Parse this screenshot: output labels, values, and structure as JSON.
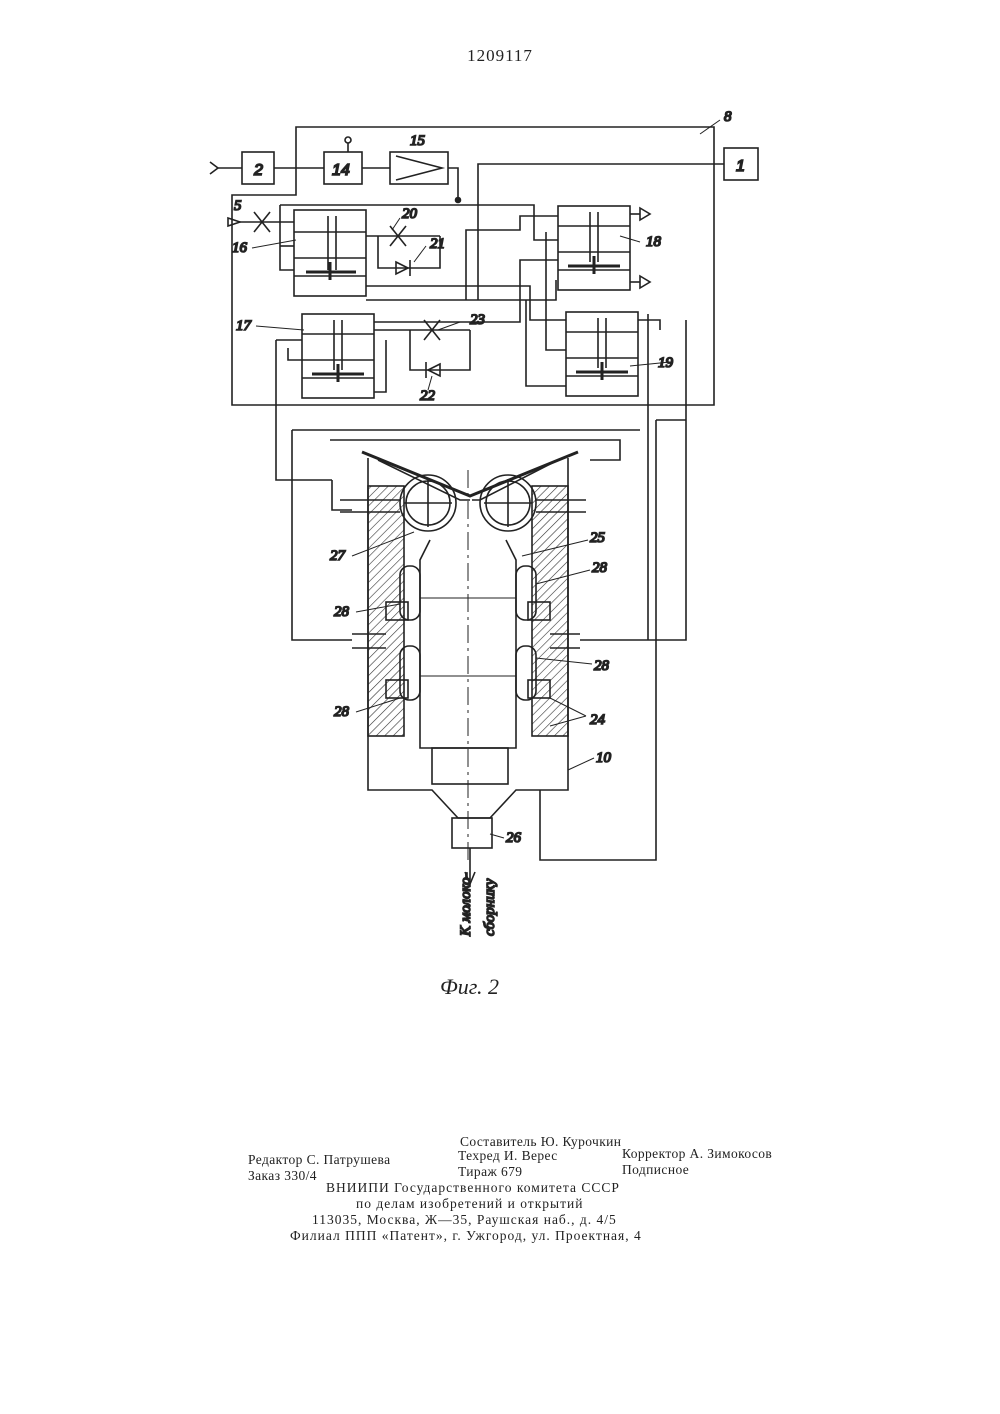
{
  "header": {
    "patent_number": "1209117"
  },
  "figure": {
    "caption": "Фиг. 2",
    "labels": {
      "l1": "1",
      "l2": "2",
      "l5": "5",
      "l8": "8",
      "l10": "10",
      "l14": "14",
      "l15": "15",
      "l16": "16",
      "l17": "17",
      "l18": "18",
      "l19": "19",
      "l20": "20",
      "l21": "21",
      "l22": "22",
      "l23": "23",
      "l24": "24",
      "l25": "25",
      "l26": "26",
      "l27": "27",
      "l28": "28"
    },
    "outlet_text_1": "К молоко-",
    "outlet_text_2": "сборнику"
  },
  "credits": {
    "compiler": "Составитель Ю. Курочкин",
    "editor": "Редактор С. Патрушева",
    "techred": "Техред И. Верес",
    "corrector": "Корректор А. Зимокосов",
    "order": "Заказ 330/4",
    "circulation": "Тираж 679",
    "subscription": "Подписное",
    "org_line1": "ВНИИПИ Государственного комитета СССР",
    "org_line2": "по делам изобретений и открытий",
    "org_line3": "113035, Москва, Ж—35, Раушская наб., д. 4/5",
    "branch": "Филиал ППП «Патент», г. Ужгород, ул. Проектная, 4"
  }
}
